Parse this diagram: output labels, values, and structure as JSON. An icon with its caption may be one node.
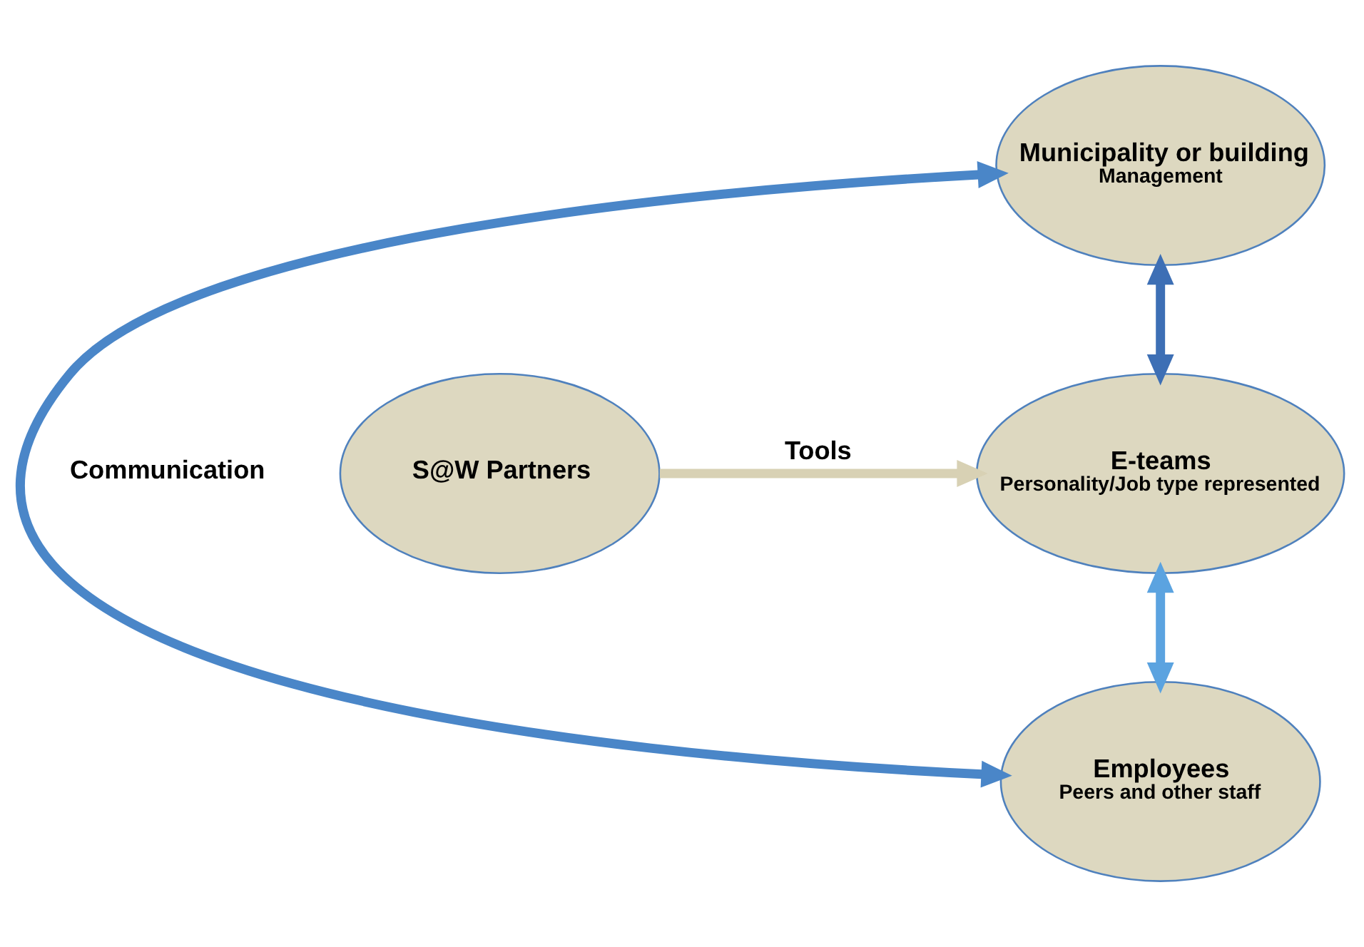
{
  "diagram": {
    "nodes": [
      {
        "text": [
          "Municipality or building",
          "Management"
        ]
      },
      {
        "text": [
          "S@W Partners"
        ]
      },
      {
        "text": [
          "E-teams",
          "Personality/Job type represented"
        ]
      },
      {
        "text": [
          "Employees",
          "Peers and other staff"
        ]
      }
    ],
    "edges": [
      {
        "from": 1,
        "to": 2,
        "arrow": "to",
        "label": "Tools",
        "color": "#d8d1b4"
      },
      {
        "from": 0,
        "to": 2,
        "arrow": "both",
        "color": "#3d6fb5"
      },
      {
        "from": 2,
        "to": 3,
        "arrow": "both",
        "color": "#5ba3e0"
      },
      {
        "from": 3,
        "to": 0,
        "arrow": "both",
        "label": "Communication",
        "color": "#4a86c8"
      }
    ]
  }
}
